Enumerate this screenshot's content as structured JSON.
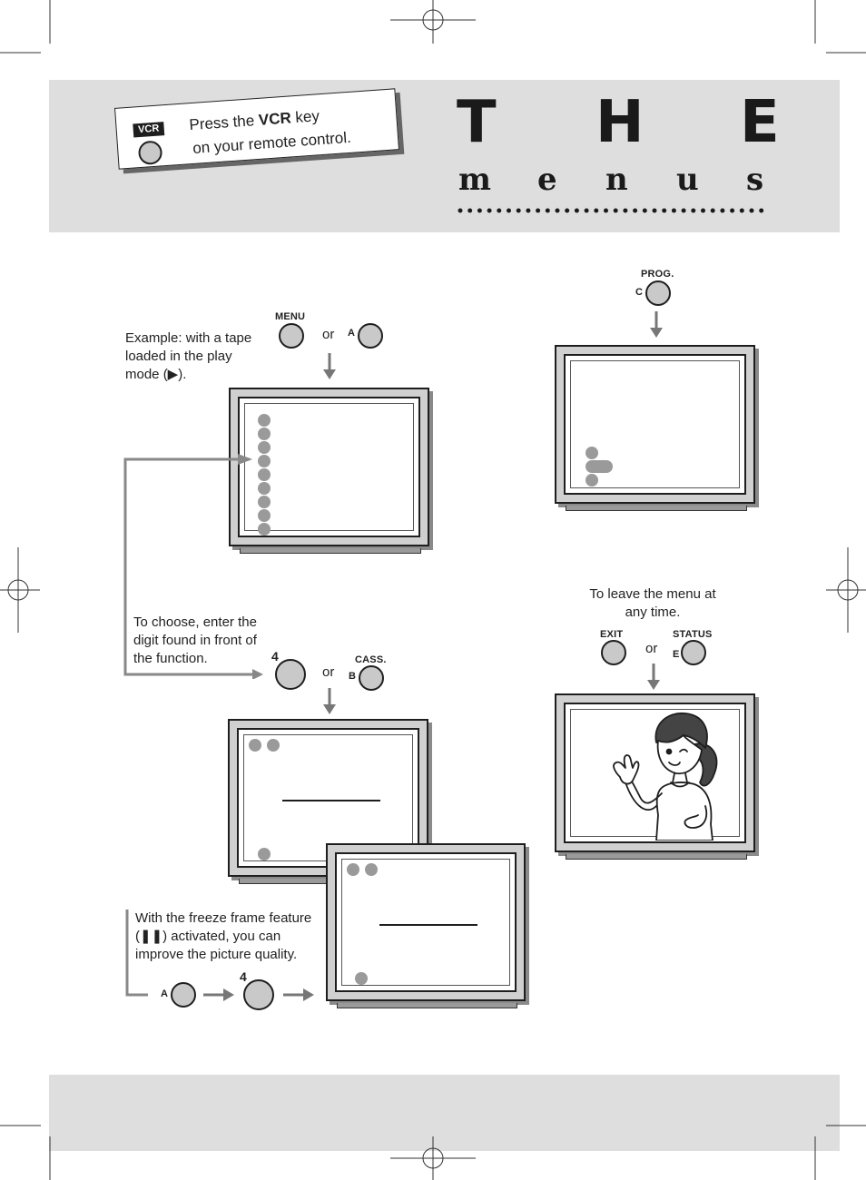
{
  "header": {
    "note_line1_pre": "Press the",
    "note_key": "VCR",
    "note_line1_post": "key",
    "note_line2": "on your remote control.",
    "vcr_label": "VCR",
    "title_word": [
      "T",
      "H",
      "E"
    ],
    "subtitle_word": [
      "m",
      "e",
      "n",
      "u",
      "s"
    ]
  },
  "step1": {
    "text_lines": [
      "Example: with a tape",
      "loaded in the play",
      "mode (▶)."
    ],
    "menu_label": "MENU",
    "or": "or",
    "a_label": "A"
  },
  "step2": {
    "text_lines": [
      "To choose, enter the",
      "digit found in front of",
      "the function."
    ],
    "digit_label": "4",
    "or": "or",
    "cass_label": "CASS.",
    "b_label": "B"
  },
  "step3": {
    "text_lines": [
      "With the freeze frame feature",
      "(❚❚) activated, you can",
      "improve the picture quality."
    ],
    "a_label": "A",
    "digit_label": "4"
  },
  "prog": {
    "prog_label": "PROG.",
    "c_label": "C"
  },
  "leave": {
    "text_lines": [
      "To leave the menu at",
      "any time."
    ],
    "exit_label": "EXIT",
    "or": "or",
    "status_label": "STATUS",
    "e_label": "E"
  }
}
